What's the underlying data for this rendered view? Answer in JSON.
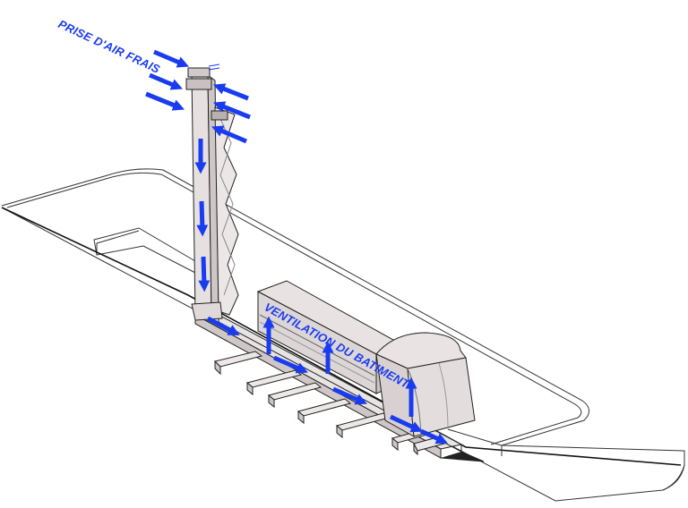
{
  "labels": {
    "fresh_air_intake": "PRISE D'AIR FRAIS",
    "building_ventilation": "VENTILATION DU BATIMENT"
  },
  "colors": {
    "arrow": "#1a3cf0",
    "label": "#1a3cf0",
    "outline": "#222222",
    "structure_fill": "#e6e0e0",
    "structure_shade": "#cfc7c7"
  },
  "flow": {
    "intake_arrows": 6,
    "down_arrows": 3,
    "duct_arrows": 6,
    "up_arrows": 3
  }
}
